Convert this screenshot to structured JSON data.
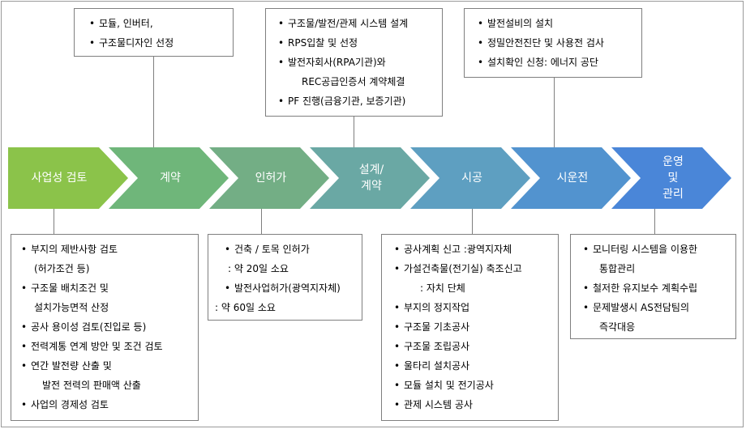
{
  "stages": [
    {
      "label": "사업성 검토",
      "color": "#8bc34a"
    },
    {
      "label": "계약",
      "color": "#6fb67a"
    },
    {
      "label": "인허가",
      "color": "#73ae85"
    },
    {
      "label": "설계/\n계약",
      "color": "#6aa8a4"
    },
    {
      "label": "시공",
      "color": "#5e9fc1"
    },
    {
      "label": "시운전",
      "color": "#5293cf"
    },
    {
      "label": "운영\n및\n관리",
      "color": "#4a86d8"
    }
  ],
  "top_boxes": {
    "contract": [
      "모듈, 인버터,",
      "구조물디자인 선정"
    ],
    "design": [
      "구조물/발전/관제 시스템 설계",
      "RPS입찰 및 선정",
      "발전자회사(RPA기관)와",
      "REC공급인증서 계약체결",
      "PF 진행(금융기관, 보증기관)"
    ],
    "test_run": [
      "발전설비의 설치",
      "정밀안전진단 및 사용전 검사",
      "설치확인 신청: 에너지 공단"
    ]
  },
  "bottom_boxes": {
    "feasibility": [
      "부지의 제반사항 검토",
      "(허가조건 등)",
      "구조물 배치조건 및",
      "설치가능면적 산정",
      "공사 용이성 검토(진입로 등)",
      "전력계통 연계 방안 및 조건 검토",
      "연간 발전량 산출 및",
      "발전 전력의 판매액 산출",
      "사업의 경제성 검토"
    ],
    "permit": [
      "건축 / 토목 인허가",
      ": 약 20일 소요",
      "발전사업허가(광역지자체)",
      ": 약 60일 소요"
    ],
    "construction": [
      "공사계획 신고 :광역지자체",
      "가설건축물(전기실) 축조신고",
      ": 자치 단체",
      "부지의 정지작업",
      "구조물 기초공사",
      "구조물 조립공사",
      "울타리 설치공사",
      "모듈 설치 및 전기공사",
      "관제 시스템 공사"
    ],
    "operation": [
      "모니터링 시스템을 이용한",
      "통합관리",
      "철저한 유지보수 계획수립",
      "문제발생시 AS전담팀의",
      "즉각대응"
    ]
  }
}
